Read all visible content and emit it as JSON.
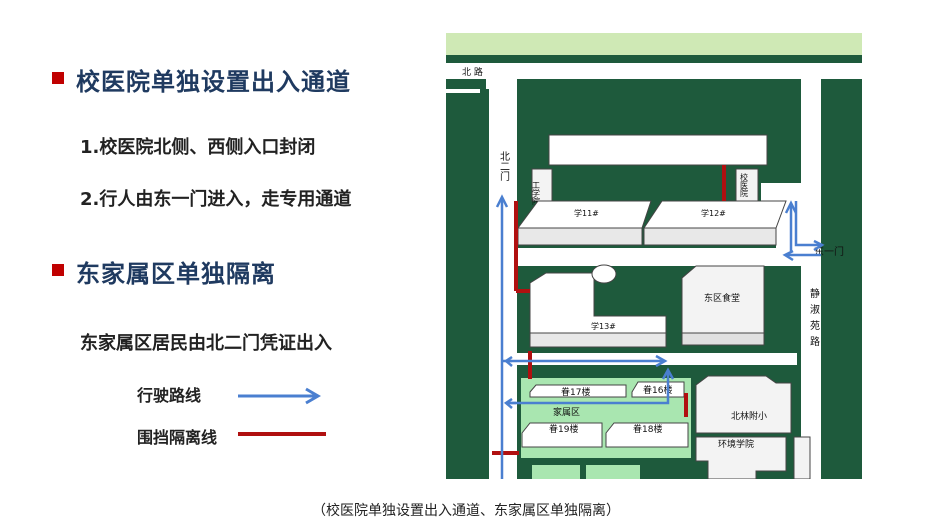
{
  "section1": {
    "title": "校医院单独设置出入通道",
    "items": [
      "1.校医院北侧、西侧入口封闭",
      "2.行人由东一门进入，走专用通道"
    ]
  },
  "section2": {
    "title": "东家属区单独隔离",
    "text": "东家属区居民由北二门凭证出入"
  },
  "legend": {
    "route_label": "行驶路线",
    "barrier_label": "围挡隔离线"
  },
  "map": {
    "north_road": "北 路",
    "north_gate_2": "北二门",
    "east_gate_1": "东一门",
    "jingshu_road": "静淑苑路",
    "engineering_college": "工学院",
    "school_hospital": "校医院",
    "building_11": "学11#",
    "building_12": "学12#",
    "building_13": "学13#",
    "east_canteen": "东区食堂",
    "family_17": "眷17楼",
    "family_16": "眷16楼",
    "family_area": "家属区",
    "family_19": "眷19楼",
    "family_18": "眷18楼",
    "beilin_primary": "北林附小",
    "environment_college": "环境学院"
  },
  "caption": "（校医院单独设置出入通道、东家属区单独隔离）",
  "colors": {
    "route": "#4a7fd0",
    "barrier": "#b01010",
    "heading": "#1f3a60",
    "bullet": "#c00000",
    "map_green": "#1e5a3c"
  }
}
